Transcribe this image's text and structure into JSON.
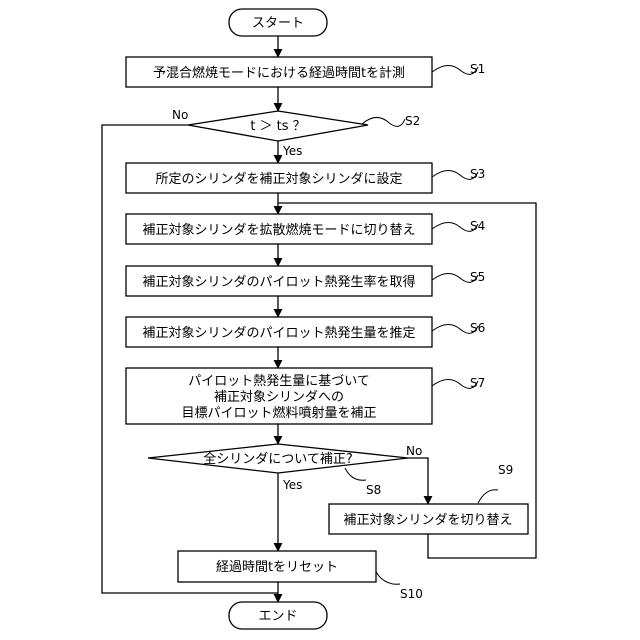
{
  "start": "スタート",
  "end": "エンド",
  "steps": {
    "s1": {
      "text": "予混合燃焼モードにおける経過時間tを計測",
      "label": "S1"
    },
    "s2": {
      "text": "t ＞ ts ？",
      "label": "S2",
      "yes": "Yes",
      "no": "No"
    },
    "s3": {
      "text": "所定のシリンダを補正対象シリンダに設定",
      "label": "S3"
    },
    "s4": {
      "text": "補正対象シリンダを拡散燃焼モードに切り替え",
      "label": "S4"
    },
    "s5": {
      "text": "補正対象シリンダのパイロット熱発生率を取得",
      "label": "S5"
    },
    "s6": {
      "text": "補正対象シリンダのパイロット熱発生量を推定",
      "label": "S6"
    },
    "s7": {
      "line1": "パイロット熱発生量に基づいて",
      "line2": "補正対象シリンダへの",
      "line3": "目標パイロット燃料噴射量を補正",
      "label": "S7"
    },
    "s8": {
      "text": "全シリンダについて補正?",
      "label": "S8",
      "yes": "Yes",
      "no": "No"
    },
    "s9": {
      "text": "補正対象シリンダを切り替え",
      "label": "S9"
    },
    "s10": {
      "text": "経過時間tをリセット",
      "label": "S10"
    }
  }
}
